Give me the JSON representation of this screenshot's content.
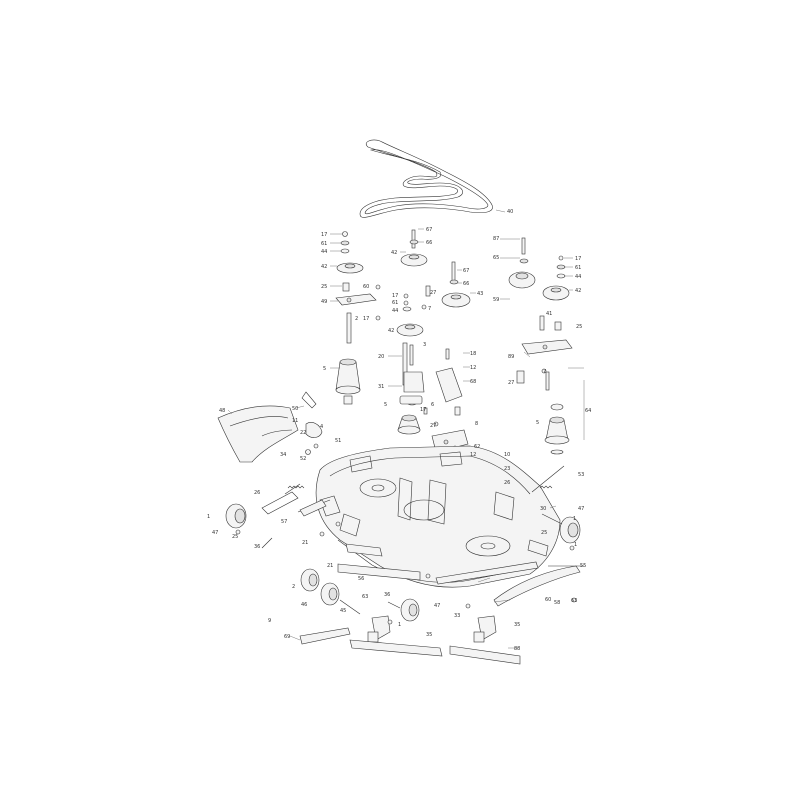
{
  "callouts": [
    {
      "id": "belt",
      "text": "40"
    },
    {
      "id": "l17a",
      "text": "17"
    },
    {
      "id": "l61a",
      "text": "61"
    },
    {
      "id": "l44a",
      "text": "44"
    },
    {
      "id": "l42a",
      "text": "42"
    },
    {
      "id": "l25a",
      "text": "25"
    },
    {
      "id": "l60a",
      "text": "60"
    },
    {
      "id": "l49",
      "text": "49"
    },
    {
      "id": "l67a",
      "text": "67"
    },
    {
      "id": "l66a",
      "text": "66"
    },
    {
      "id": "l42b",
      "text": "42"
    },
    {
      "id": "l67b",
      "text": "67"
    },
    {
      "id": "l66b",
      "text": "66"
    },
    {
      "id": "l43",
      "text": "43"
    },
    {
      "id": "l17b",
      "text": "17"
    },
    {
      "id": "l61b",
      "text": "61"
    },
    {
      "id": "l44b",
      "text": "44"
    },
    {
      "id": "l27a",
      "text": "27"
    },
    {
      "id": "l7a",
      "text": "7"
    },
    {
      "id": "l17c",
      "text": "17"
    },
    {
      "id": "l2a",
      "text": "2"
    },
    {
      "id": "l42c",
      "text": "42"
    },
    {
      "id": "l3a",
      "text": "3"
    },
    {
      "id": "l87",
      "text": "87"
    },
    {
      "id": "l65",
      "text": "65"
    },
    {
      "id": "l59",
      "text": "59"
    },
    {
      "id": "l17d",
      "text": "17"
    },
    {
      "id": "l61c",
      "text": "61"
    },
    {
      "id": "l44c",
      "text": "44"
    },
    {
      "id": "l42d",
      "text": "42"
    },
    {
      "id": "l41",
      "text": "41"
    },
    {
      "id": "l25b",
      "text": "25"
    },
    {
      "id": "l89",
      "text": "89"
    },
    {
      "id": "l20",
      "text": "20"
    },
    {
      "id": "l18",
      "text": "18"
    },
    {
      "id": "l12a",
      "text": "12"
    },
    {
      "id": "l68",
      "text": "68"
    },
    {
      "id": "l5a",
      "text": "5"
    },
    {
      "id": "l31",
      "text": "31"
    },
    {
      "id": "l64",
      "text": "64"
    },
    {
      "id": "l7b",
      "text": "7"
    },
    {
      "id": "l27b",
      "text": "27"
    },
    {
      "id": "l5b",
      "text": "5"
    },
    {
      "id": "l6",
      "text": "6"
    },
    {
      "id": "l17e",
      "text": "17"
    },
    {
      "id": "l27c",
      "text": "27"
    },
    {
      "id": "l5c",
      "text": "5"
    },
    {
      "id": "l62",
      "text": "62"
    },
    {
      "id": "l8",
      "text": "8"
    },
    {
      "id": "l48",
      "text": "48"
    },
    {
      "id": "l50",
      "text": "50"
    },
    {
      "id": "l11",
      "text": "11"
    },
    {
      "id": "l4",
      "text": "4"
    },
    {
      "id": "l51",
      "text": "51"
    },
    {
      "id": "l22",
      "text": "22"
    },
    {
      "id": "l52",
      "text": "52"
    },
    {
      "id": "l34",
      "text": "34"
    },
    {
      "id": "l12b",
      "text": "12"
    },
    {
      "id": "l10",
      "text": "10"
    },
    {
      "id": "l23",
      "text": "23"
    },
    {
      "id": "l26a",
      "text": "26"
    },
    {
      "id": "l53",
      "text": "53"
    },
    {
      "id": "l26b",
      "text": "26"
    },
    {
      "id": "l1a",
      "text": "1"
    },
    {
      "id": "l47a",
      "text": "47"
    },
    {
      "id": "l25c",
      "text": "25"
    },
    {
      "id": "l36a",
      "text": "36"
    },
    {
      "id": "l57",
      "text": "57"
    },
    {
      "id": "l21a",
      "text": "21"
    },
    {
      "id": "l47b",
      "text": "47"
    },
    {
      "id": "l1b",
      "text": "1"
    },
    {
      "id": "l25d",
      "text": "25"
    },
    {
      "id": "l21b",
      "text": "21"
    },
    {
      "id": "l56",
      "text": "56"
    },
    {
      "id": "l2b",
      "text": "2"
    },
    {
      "id": "l46",
      "text": "46"
    },
    {
      "id": "l45",
      "text": "45"
    },
    {
      "id": "l36b",
      "text": "36"
    },
    {
      "id": "l47c",
      "text": "47"
    },
    {
      "id": "l63a",
      "text": "63"
    },
    {
      "id": "l1c",
      "text": "1"
    },
    {
      "id": "l63b",
      "text": "63"
    },
    {
      "id": "l55",
      "text": "55"
    },
    {
      "id": "l58",
      "text": "58"
    },
    {
      "id": "l33",
      "text": "33"
    },
    {
      "id": "l35a",
      "text": "35"
    },
    {
      "id": "l35b",
      "text": "35"
    },
    {
      "id": "l69",
      "text": "69"
    },
    {
      "id": "l30",
      "text": "30"
    },
    {
      "id": "l9",
      "text": "9"
    },
    {
      "id": "l88",
      "text": "88"
    },
    {
      "id": "l60b",
      "text": "60"
    },
    {
      "id": "l1d",
      "text": "1"
    }
  ]
}
